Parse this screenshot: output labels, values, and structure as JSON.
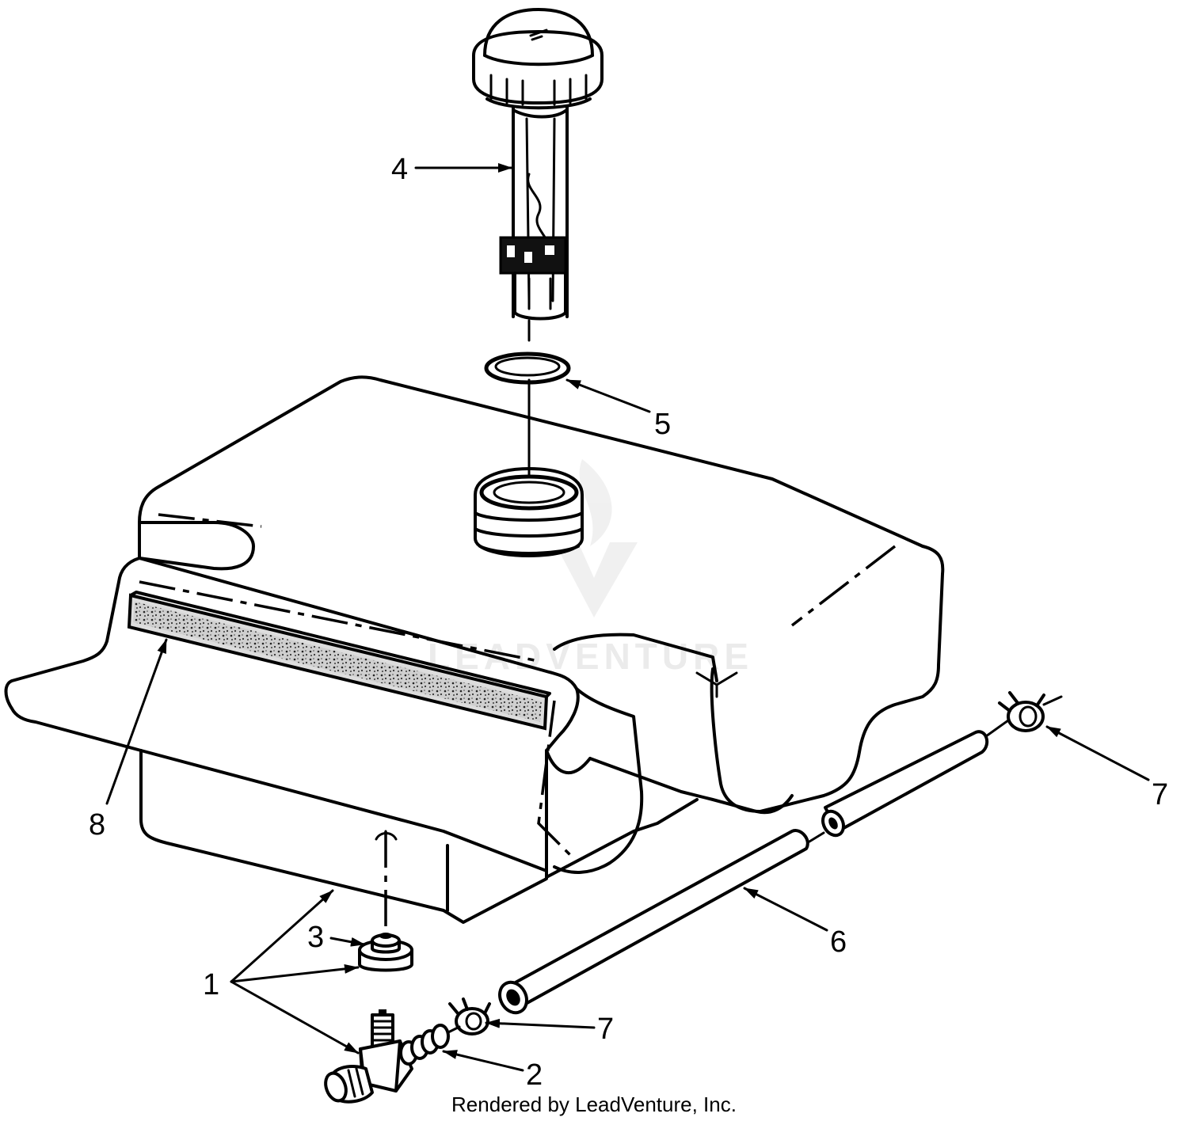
{
  "callouts": {
    "c1": "1",
    "c2": "2",
    "c3": "3",
    "c4": "4",
    "c5": "5",
    "c6": "6",
    "c7a": "7",
    "c7b": "7",
    "c8": "8"
  },
  "watermark": "LEADVENTURE",
  "credit": "Rendered by LeadVenture, Inc."
}
